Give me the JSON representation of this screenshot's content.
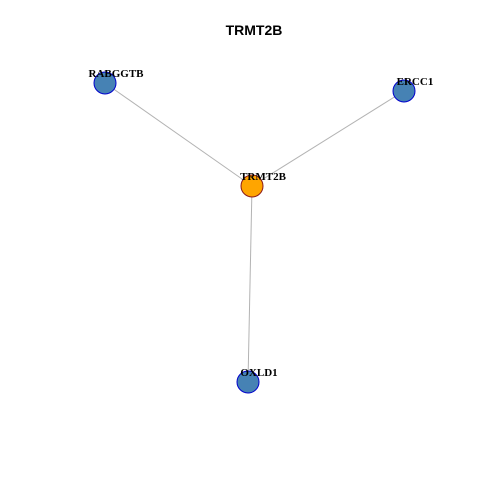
{
  "title": "TRMT2B",
  "colors": {
    "center_fill": "#FFA500",
    "center_stroke": "#8B1A1A",
    "neighbor_fill": "#4682B4",
    "neighbor_stroke": "#0000CD",
    "edge": "#B3B3B3"
  },
  "graph": {
    "nodes": [
      {
        "id": "TRMT2B",
        "label": "TRMT2B",
        "role": "center"
      },
      {
        "id": "RABGGTB",
        "label": "RABGGTB",
        "role": "neighbor"
      },
      {
        "id": "ERCC1",
        "label": "ERCC1",
        "role": "neighbor"
      },
      {
        "id": "OXLD1",
        "label": "OXLD1",
        "role": "neighbor"
      }
    ],
    "edges": [
      {
        "source": "TRMT2B",
        "target": "RABGGTB"
      },
      {
        "source": "TRMT2B",
        "target": "ERCC1"
      },
      {
        "source": "TRMT2B",
        "target": "OXLD1"
      }
    ]
  }
}
